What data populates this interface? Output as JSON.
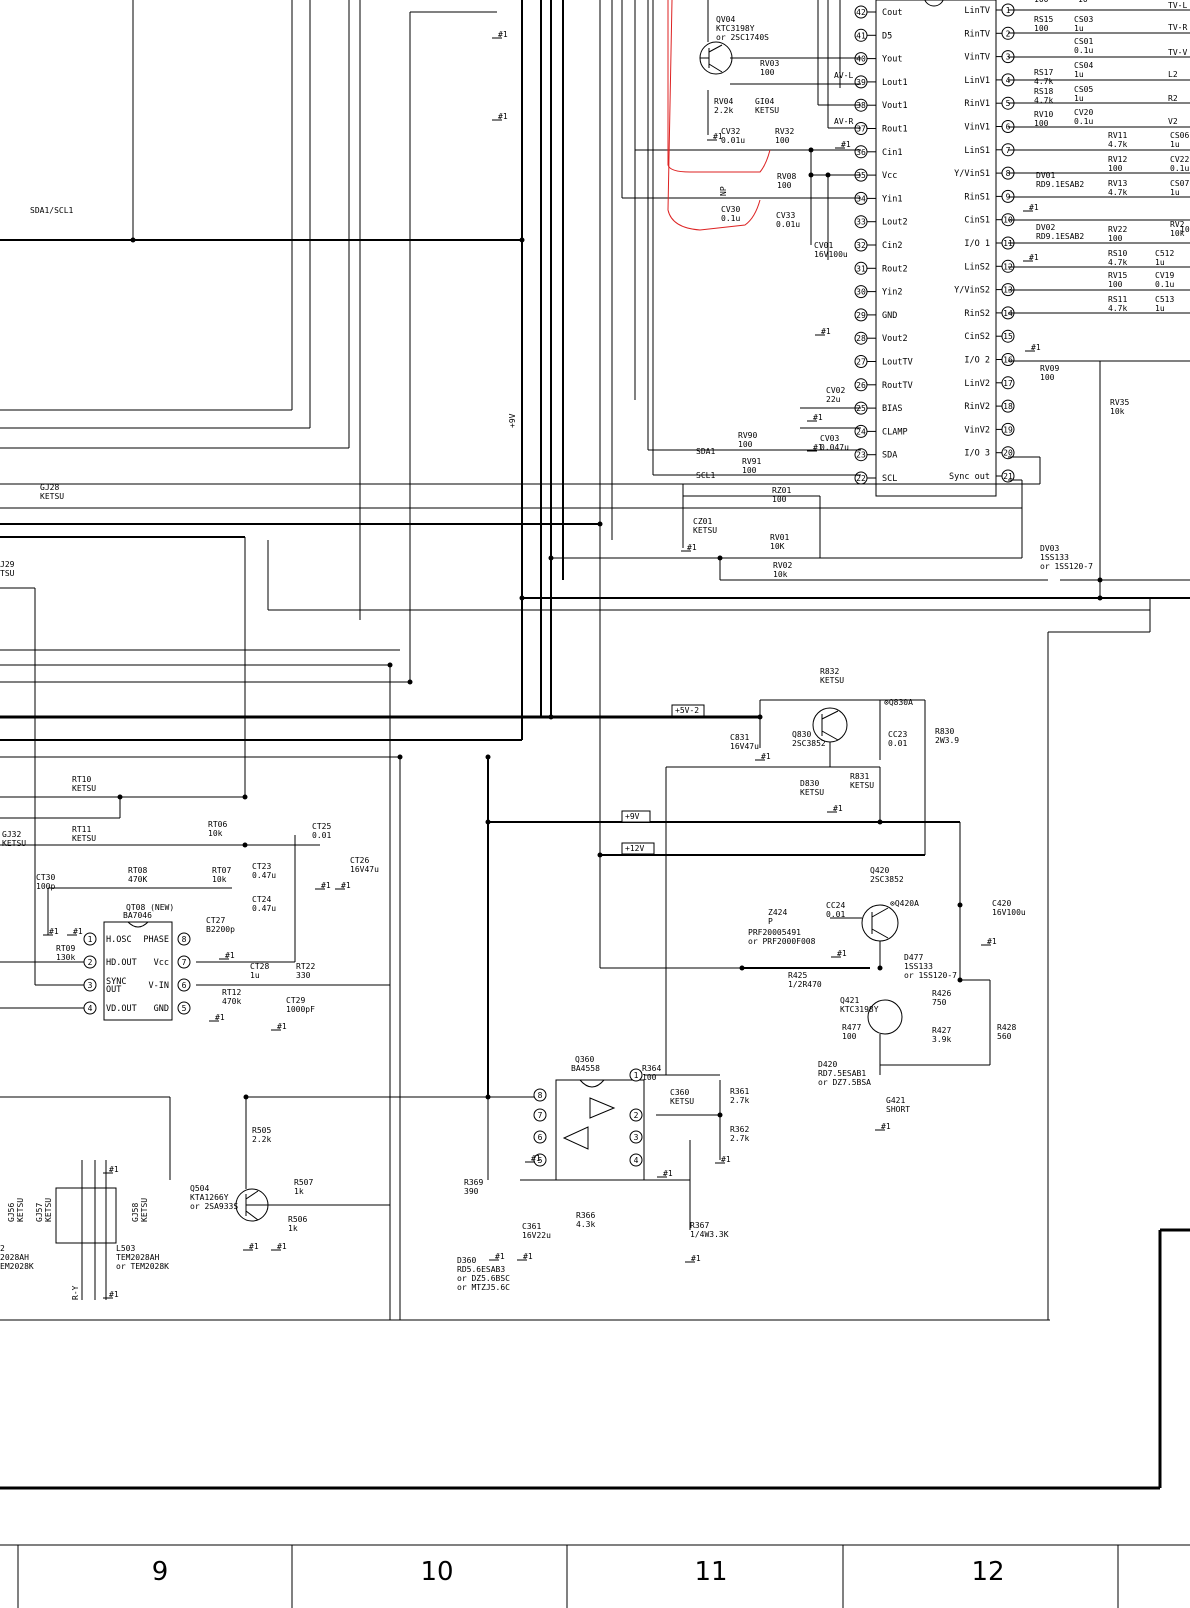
{
  "ic_main": {
    "left_pins": [
      {
        "n": "42",
        "label": "Cout"
      },
      {
        "n": "41",
        "label": "D5"
      },
      {
        "n": "40",
        "label": "Yout"
      },
      {
        "n": "39",
        "label": "Lout1"
      },
      {
        "n": "38",
        "label": "Vout1"
      },
      {
        "n": "37",
        "label": "Rout1"
      },
      {
        "n": "36",
        "label": "Cin1"
      },
      {
        "n": "35",
        "label": "Vcc"
      },
      {
        "n": "34",
        "label": "Yin1"
      },
      {
        "n": "33",
        "label": "Lout2"
      },
      {
        "n": "32",
        "label": "Cin2"
      },
      {
        "n": "31",
        "label": "Rout2"
      },
      {
        "n": "30",
        "label": "Yin2"
      },
      {
        "n": "29",
        "label": "GND"
      },
      {
        "n": "28",
        "label": "Vout2"
      },
      {
        "n": "27",
        "label": "LoutTV"
      },
      {
        "n": "26",
        "label": "RoutTV"
      },
      {
        "n": "25",
        "label": "BIAS"
      },
      {
        "n": "24",
        "label": "CLAMP"
      },
      {
        "n": "23",
        "label": "SDA"
      },
      {
        "n": "22",
        "label": "SCL"
      }
    ],
    "right_pins": [
      {
        "n": "1",
        "label": "LinTV"
      },
      {
        "n": "2",
        "label": "RinTV"
      },
      {
        "n": "3",
        "label": "VinTV"
      },
      {
        "n": "4",
        "label": "LinV1"
      },
      {
        "n": "5",
        "label": "RinV1"
      },
      {
        "n": "6",
        "label": "VinV1"
      },
      {
        "n": "7",
        "label": "LinS1"
      },
      {
        "n": "8",
        "label": "Y/VinS1"
      },
      {
        "n": "9",
        "label": "RinS1"
      },
      {
        "n": "10",
        "label": "CinS1"
      },
      {
        "n": "11",
        "label": "I/O 1"
      },
      {
        "n": "12",
        "label": "LinS2"
      },
      {
        "n": "13",
        "label": "Y/VinS2"
      },
      {
        "n": "14",
        "label": "RinS2"
      },
      {
        "n": "15",
        "label": "CinS2"
      },
      {
        "n": "16",
        "label": "I/O 2"
      },
      {
        "n": "17",
        "label": "LinV2"
      },
      {
        "n": "18",
        "label": "RinV2"
      },
      {
        "n": "19",
        "label": "VinV2"
      },
      {
        "n": "20",
        "label": "I/O 3"
      },
      {
        "n": "21",
        "label": "Sync out"
      }
    ]
  },
  "ic_qt08": {
    "ref": "QT08 (NEW)",
    "part": "BA7046",
    "left_pins": [
      {
        "n": "1",
        "label": "H.OSC"
      },
      {
        "n": "2",
        "label": "HD.OUT"
      },
      {
        "n": "3",
        "label": "SYNC OUT"
      },
      {
        "n": "4",
        "label": "VD.OUT"
      }
    ],
    "right_pins": [
      {
        "n": "8",
        "label": "PHASE"
      },
      {
        "n": "7",
        "label": "Vcc"
      },
      {
        "n": "6",
        "label": "V-IN"
      },
      {
        "n": "5",
        "label": "GND"
      }
    ]
  },
  "ic_q360": {
    "ref": "Q360",
    "part": "BA4558",
    "pins": [
      "8",
      "7",
      "6",
      "5",
      "1",
      "2",
      "3",
      "4"
    ]
  },
  "rails": {
    "v5": "+5V-2",
    "v9": "+9V",
    "v12": "+12V",
    "v9_vertical": "+9V"
  },
  "nets": {
    "sda_scl": "SDA1/SCL1",
    "sda": "SDA1",
    "scl": "SCL1",
    "ry": "R-Y",
    "avl": "AV-L",
    "avr": "AV-R",
    "np": "NP"
  },
  "connectors": {
    "right_edge": [
      "TV-L",
      "TV-R",
      "TV-V",
      "L2",
      "R2",
      "V2"
    ],
    "right_partial_top": "10"
  },
  "parts": {
    "qv04": [
      "QV04",
      "KTC3198Y",
      "or 2SC1740S"
    ],
    "rv03": [
      "RV03",
      "100"
    ],
    "gi04": [
      "GI04",
      "KETSU"
    ],
    "rv04": [
      "RV04",
      "2.2k"
    ],
    "cv32": [
      "CV32",
      "0.01u"
    ],
    "rv32": [
      "RV32",
      "100"
    ],
    "rv08": [
      "RV08",
      "100"
    ],
    "cv30": [
      "CV30",
      "0.1u"
    ],
    "cv33": [
      "CV33",
      "0.01u"
    ],
    "cv01": [
      "CV01",
      "16V100u"
    ],
    "cv02": [
      "CV02",
      "22u"
    ],
    "cv03": [
      "CV03",
      "0.047u"
    ],
    "rv90": [
      "RV90",
      "100"
    ],
    "rv91": [
      "RV91",
      "100"
    ],
    "rz01": [
      "RZ01",
      "100"
    ],
    "cz01": [
      "CZ01",
      "KETSU"
    ],
    "rv01": [
      "RV01",
      "10K"
    ],
    "rv02": [
      "RV02",
      "10k"
    ],
    "dv03": [
      "DV03",
      "1SS133",
      "or 1SS120-7"
    ],
    "rv09": [
      "RV09",
      "100"
    ],
    "rv35": [
      "RV35",
      "10k"
    ],
    "rs15": [
      "RS15",
      "100"
    ],
    "rs17": [
      "RS17",
      "4.7k"
    ],
    "rs18": [
      "RS18",
      "4.7k"
    ],
    "rv10": [
      "RV10",
      "100"
    ],
    "cs03": [
      "CS03",
      "1u"
    ],
    "cs01": [
      "CS01",
      "0.1u"
    ],
    "cs04": [
      "CS04",
      "1u"
    ],
    "cs05": [
      "CS05",
      "1u"
    ],
    "cv20": [
      "CV20",
      "0.1u"
    ],
    "rv11": [
      "RV11",
      "4.7k"
    ],
    "rv12": [
      "RV12",
      "100"
    ],
    "rv13": [
      "RV13",
      "4.7k"
    ],
    "rv22": [
      "RV22",
      "100"
    ],
    "rs10": [
      "RS10",
      "4.7k"
    ],
    "rv15": [
      "RV15",
      "100"
    ],
    "rs11": [
      "RS11",
      "4.7k"
    ],
    "cs06": [
      "CS06",
      "1u"
    ],
    "cv22": [
      "CV22",
      "0.1u"
    ],
    "cs07": [
      "CS07",
      "1u"
    ],
    "c512": [
      "C512",
      "1u"
    ],
    "cv19": [
      "CV19",
      "0.1u"
    ],
    "c513": [
      "C513",
      "1u"
    ],
    "rv2x": [
      "RV2",
      "10k"
    ],
    "dv01": [
      "DV01",
      "RD9.1ESAB2"
    ],
    "dv02": [
      "DV02",
      "RD9.1ESAB2"
    ],
    "r832": [
      "R832",
      "KETSU"
    ],
    "q830a": "⊗Q830A",
    "q830": [
      "Q830",
      "2SC3852"
    ],
    "c831": [
      "C831",
      "16V47u"
    ],
    "cc23": [
      "CC23",
      "0.01"
    ],
    "r830": [
      "R830",
      "2W3.9"
    ],
    "d830": [
      "D830",
      "KETSU"
    ],
    "r831": [
      "R831",
      "KETSU"
    ],
    "q420": [
      "Q420",
      "2SC3852"
    ],
    "q420a": "⊗Q420A",
    "c420": [
      "C420",
      "16V100u"
    ],
    "z424": [
      "Z424",
      "P"
    ],
    "prf": [
      "PRF20005491",
      "or PRF2000F008"
    ],
    "cc24": [
      "CC24",
      "0.01"
    ],
    "d477": [
      "D477",
      "1SS133",
      "or 1SS120-7"
    ],
    "r425": [
      "R425",
      "1/2R470"
    ],
    "q421": [
      "Q421",
      "KTC3198Y"
    ],
    "r426": [
      "R426",
      "750"
    ],
    "r427": [
      "R427",
      "3.9k"
    ],
    "r428": [
      "R428",
      "560"
    ],
    "r477": [
      "R477",
      "100"
    ],
    "d420": [
      "D420",
      "RD7.5ESAB1",
      "or DZ7.5BSA"
    ],
    "g421": [
      "G421",
      "SHORT"
    ],
    "r364": [
      "R364",
      "100"
    ],
    "c360": [
      "C360",
      "KETSU"
    ],
    "r361": [
      "R361",
      "2.7k"
    ],
    "r362": [
      "R362",
      "2.7k"
    ],
    "r369": [
      "R369",
      "390"
    ],
    "c361": [
      "C361",
      "16V22u"
    ],
    "r366": [
      "R366",
      "4.3k"
    ],
    "r367": [
      "R367",
      "1/4W3.3K"
    ],
    "d360": [
      "D360",
      "RD5.6ESAB3",
      "or DZ5.6BSC",
      "or MTZJ5.6C"
    ],
    "r505": [
      "R505",
      "2.2k"
    ],
    "q504": [
      "Q504",
      "KTA1266Y",
      "or 2SA933S"
    ],
    "r507": [
      "R507",
      "1k"
    ],
    "r506": [
      "R506",
      "1k"
    ],
    "l503": [
      "L503",
      "TEM2028AH",
      "or TEM2028K"
    ],
    "l_left": [
      "2",
      "2028AH",
      "EM2028K"
    ],
    "gj57": [
      "GJ57",
      "KETSU"
    ],
    "gj58": [
      "GJ58",
      "KETSU"
    ],
    "gj56": [
      "GJ56",
      "KETSU"
    ],
    "gj28": [
      "GJ28",
      "KETSU"
    ],
    "gj29": [
      "J29",
      "TSU"
    ],
    "gj32": [
      "GJ32",
      "KETSU"
    ],
    "rt10": [
      "RT10",
      "KETSU"
    ],
    "rt11": [
      "RT11",
      "KETSU"
    ],
    "rt06": [
      "RT06",
      "10k"
    ],
    "ct25": [
      "CT25",
      "0.01"
    ],
    "ct26": [
      "CT26",
      "16V47u"
    ],
    "ct23": [
      "CT23",
      "0.47u"
    ],
    "ct30": [
      "CT30",
      "100p"
    ],
    "rt08": [
      "RT08",
      "470K"
    ],
    "rt07": [
      "RT07",
      "10k"
    ],
    "ct24": [
      "CT24",
      "0.47u"
    ],
    "ct27": [
      "CT27",
      "B2200p"
    ],
    "rt09": [
      "RT09",
      "130k"
    ],
    "ct28": [
      "CT28",
      "1u"
    ],
    "rt22": [
      "RT22",
      "330"
    ],
    "rt12": [
      "RT12",
      "470k"
    ],
    "ct29": [
      "CT29",
      "1000pF"
    ],
    "gnd": "#1",
    "top_partial": [
      "100",
      "10"
    ]
  },
  "footer": {
    "columns": [
      "9",
      "10",
      "11",
      "12"
    ]
  }
}
